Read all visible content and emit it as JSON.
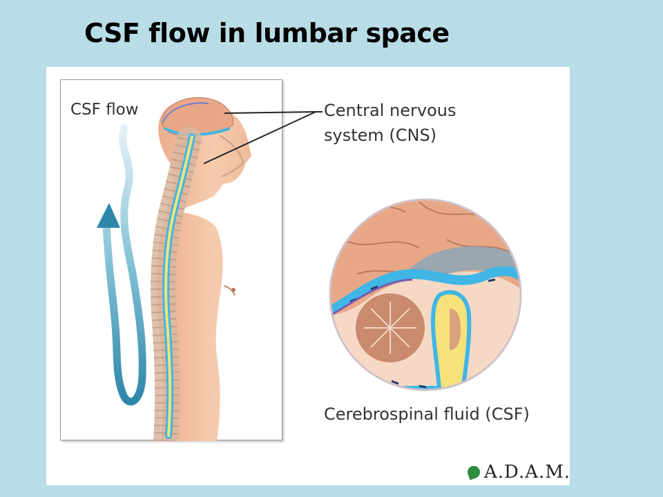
{
  "slide": {
    "title": "CSF flow in lumbar space"
  },
  "figure": {
    "labels": {
      "csf_flow": "CSF flow",
      "cns_line1": "Central nervous",
      "cns_line2": "system (CNS)",
      "csf": "Cerebrospinal fluid (CSF)"
    },
    "logo_text": "A.D.A.M."
  },
  "colors": {
    "background": "#b9dde6",
    "arrow": "#2e87a8",
    "csf_blue": "#3fb6e6",
    "skin": "#f2c2a0",
    "brain": "#e8a887",
    "spine_cord": "#f5e27a",
    "vertebra": "#d9b7a0",
    "brain_stem_gray": "#9aa6b0"
  }
}
